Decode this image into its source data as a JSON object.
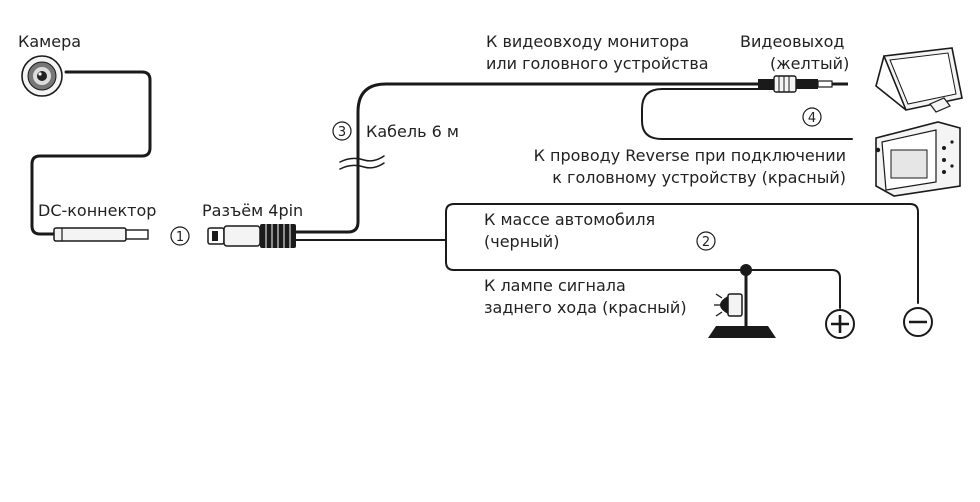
{
  "labels": {
    "camera": "Камера",
    "dc_connector": "DC-коннектор",
    "connector_4pin": "Разъём 4pin",
    "cable": "Кабель 6 м",
    "monitor_input_line1": "К видеовходу монитора",
    "monitor_input_line2": "или головного устройства",
    "video_out_line1": "Видеовыход",
    "video_out_line2": "(желтый)",
    "reverse_line1": "К проводу Reverse при подключении",
    "reverse_line2": "к головному устройству (красный)",
    "ground_line1": "К массе автомобиля",
    "ground_line2": "(черный)",
    "lamp_line1": "К лампе сигнала",
    "lamp_line2": "заднего хода (красный)"
  },
  "markers": {
    "m1": "1",
    "m2": "2",
    "m3": "3",
    "m4": "4"
  },
  "colors": {
    "wire": "#1a1a1a",
    "text": "#222222",
    "device_fill": "#f4f4f4"
  },
  "icons": {
    "camera": "camera-lens-icon",
    "monitor": "monitor-icon",
    "head_unit": "head-unit-icon",
    "lamp": "reverse-lamp-icon",
    "plus": "plus-terminal-icon",
    "minus": "minus-terminal-icon"
  }
}
